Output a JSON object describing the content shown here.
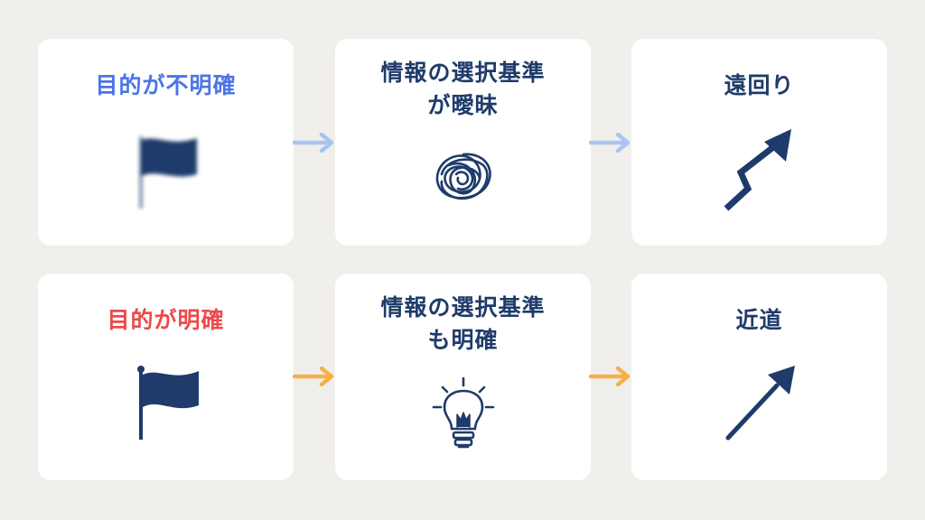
{
  "colors": {
    "background": "#f1efeb",
    "card": "#ffffff",
    "navy": "#1f3b6b",
    "blue_label": "#4d74e8",
    "red_label": "#ee4a4a",
    "blue_arrow": "#a8c4f2",
    "orange_arrow": "#f6b04a"
  },
  "row_unclear": {
    "goal": "目的が不明確",
    "criteria_line1": "情報の選択基準",
    "criteria_line2": "が曖昧",
    "result": "遠回り",
    "icons": [
      "blurred-flag-icon",
      "tangled-scribble-icon",
      "zigzag-arrow-icon"
    ]
  },
  "row_clear": {
    "goal": "目的が明確",
    "criteria_line1": "情報の選択基準",
    "criteria_line2": "も明確",
    "result": "近道",
    "icons": [
      "flag-icon",
      "lightbulb-icon",
      "straight-arrow-icon"
    ]
  }
}
